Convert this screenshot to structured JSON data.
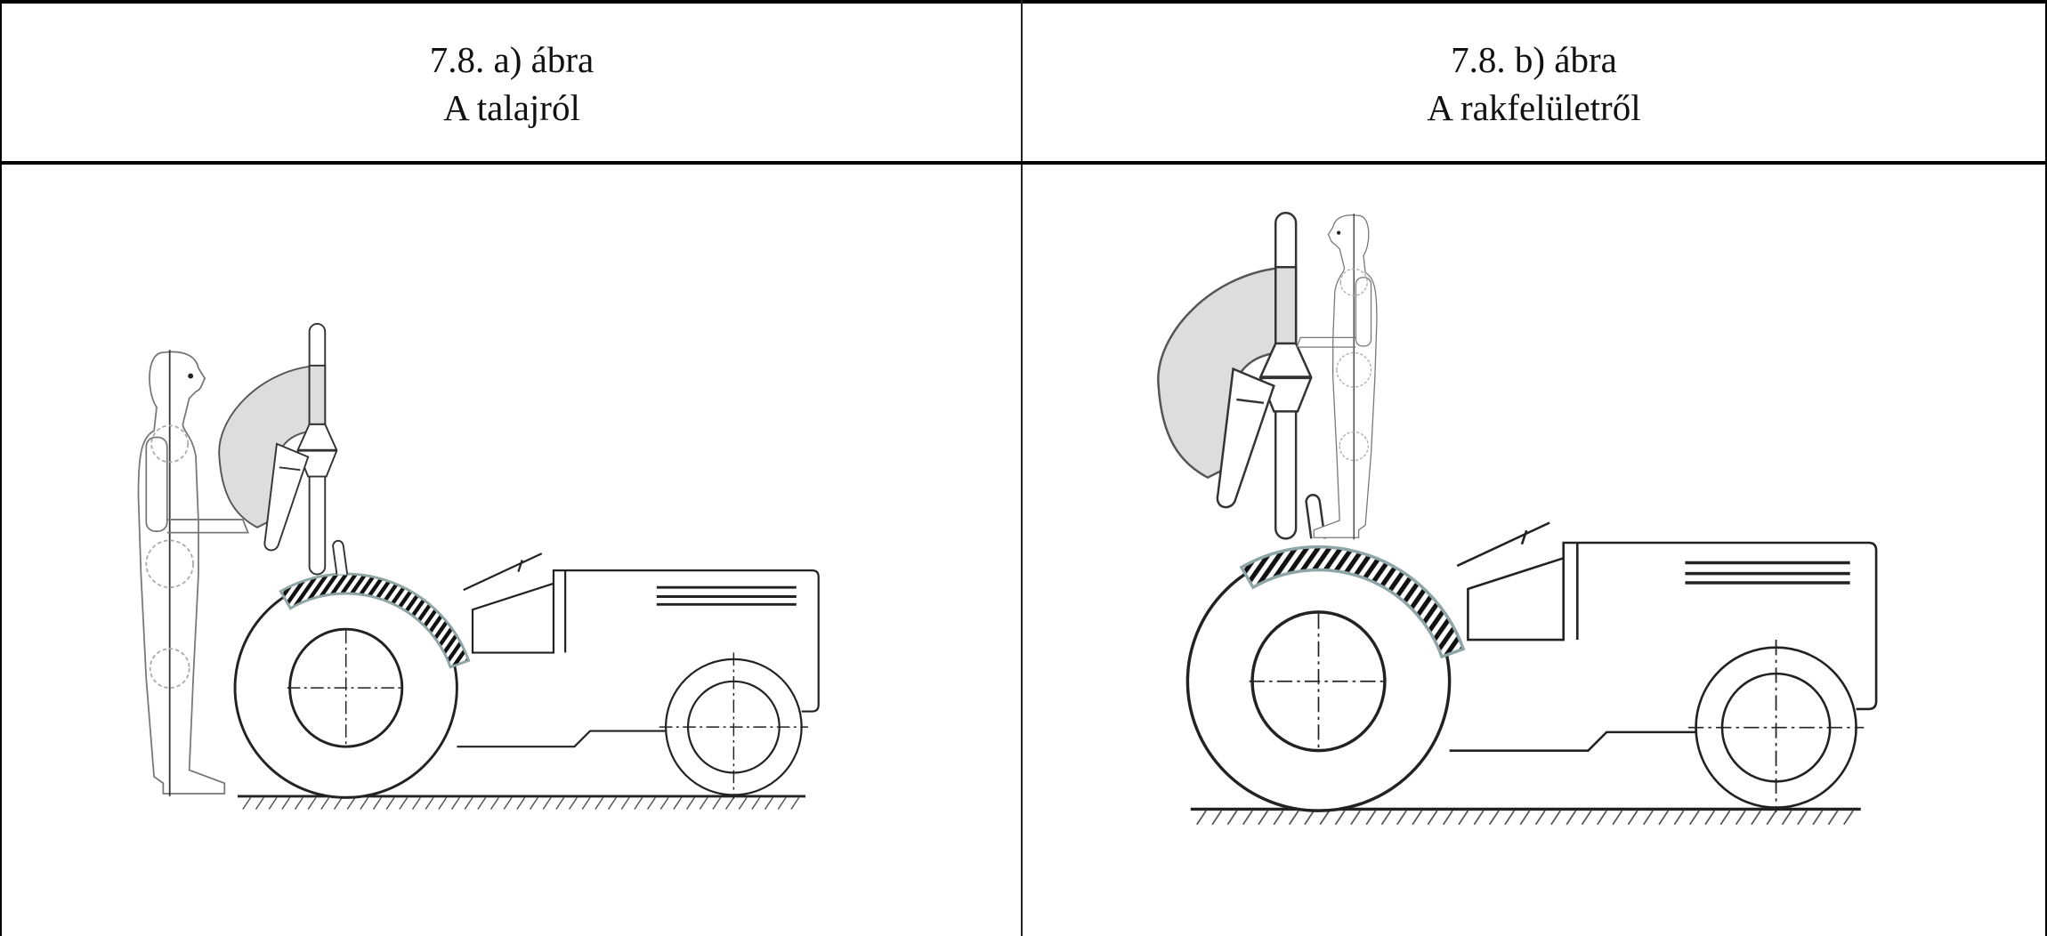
{
  "figures": [
    {
      "number": "7.8. a) ábra",
      "caption": "A talajról"
    },
    {
      "number": "7.8. b) ábra",
      "caption": "A rakfelületről"
    }
  ],
  "colors": {
    "line": "#222222",
    "shade": "#dddddd",
    "figure_outline": "#777777",
    "fender_edge": "#8fa5a5"
  }
}
